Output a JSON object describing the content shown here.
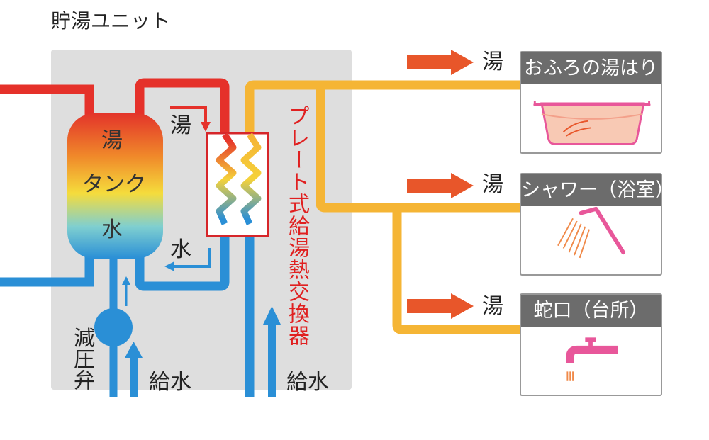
{
  "title": "貯湯ユニット",
  "tank": {
    "top_label": "湯",
    "middle_label": "タンク",
    "bottom_label": "水"
  },
  "heat_exchanger": {
    "label": "プレート式給湯熱交換器",
    "hot_label": "湯",
    "cold_label": "水"
  },
  "valve": {
    "label": "減圧弁"
  },
  "supply": {
    "left_label": "給水",
    "right_label": "給水"
  },
  "outputs": [
    {
      "arrow_label": "湯",
      "title": "おふろの湯はり",
      "icon": "bathtub-icon"
    },
    {
      "arrow_label": "湯",
      "title": "シャワー（浴室）",
      "icon": "shower-icon"
    },
    {
      "arrow_label": "湯",
      "title": "蛇口（台所）",
      "icon": "faucet-icon"
    }
  ],
  "colors": {
    "hot_pipe": "#e5312a",
    "cold_pipe": "#2a8fd6",
    "supply_pipe": "#f5b535",
    "arrow": "#e8562a",
    "unit_bg": "#dedede",
    "icon_pink": "#e8579a",
    "card_header": "#6c6c6c"
  }
}
